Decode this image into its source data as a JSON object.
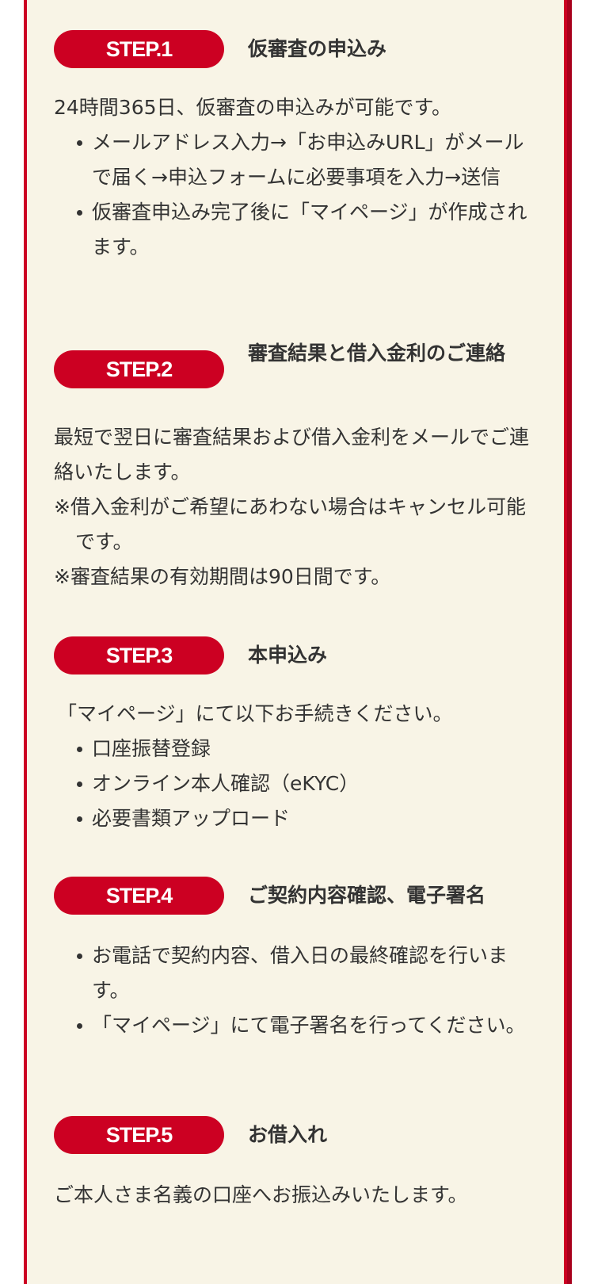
{
  "colors": {
    "accent": "#cc0022",
    "accent_shadow": "#a8001c",
    "panel_bg": "#f8f4e6",
    "text": "#333333"
  },
  "steps": [
    {
      "badge": "STEP.1",
      "title": "仮審査の申込み",
      "intro": "24時間365日、仮審査の申込みが可能です。",
      "bullets": [
        "メールアドレス入力→「お申込みURL」がメールで届く→申込フォームに必要事項を入力→送信",
        "仮審査申込み完了後に「マイページ」が作成されます。"
      ]
    },
    {
      "badge": "STEP.2",
      "title": "審査結果と借入金利のご連絡",
      "intro": "最短で翌日に審査結果および借入金利をメールでご連絡いたします。",
      "notes": [
        "※借入金利がご希望にあわない場合はキャンセル可能です。",
        "※審査結果の有効期間は90日間です。"
      ]
    },
    {
      "badge": "STEP.3",
      "title": "本申込み",
      "intro": "「マイページ」にて以下お手続きください。",
      "bullets": [
        "口座振替登録",
        "オンライン本人確認（eKYC）",
        "必要書類アップロード"
      ]
    },
    {
      "badge": "STEP.4",
      "title": "ご契約内容確認、電子署名",
      "bullets": [
        "お電話で契約内容、借入日の最終確認を行います。",
        "「マイページ」にて電子署名を行ってください。"
      ]
    },
    {
      "badge": "STEP.5",
      "title": "お借入れ",
      "intro": "ご本人さま名義の口座へお振込みいたします。"
    }
  ]
}
